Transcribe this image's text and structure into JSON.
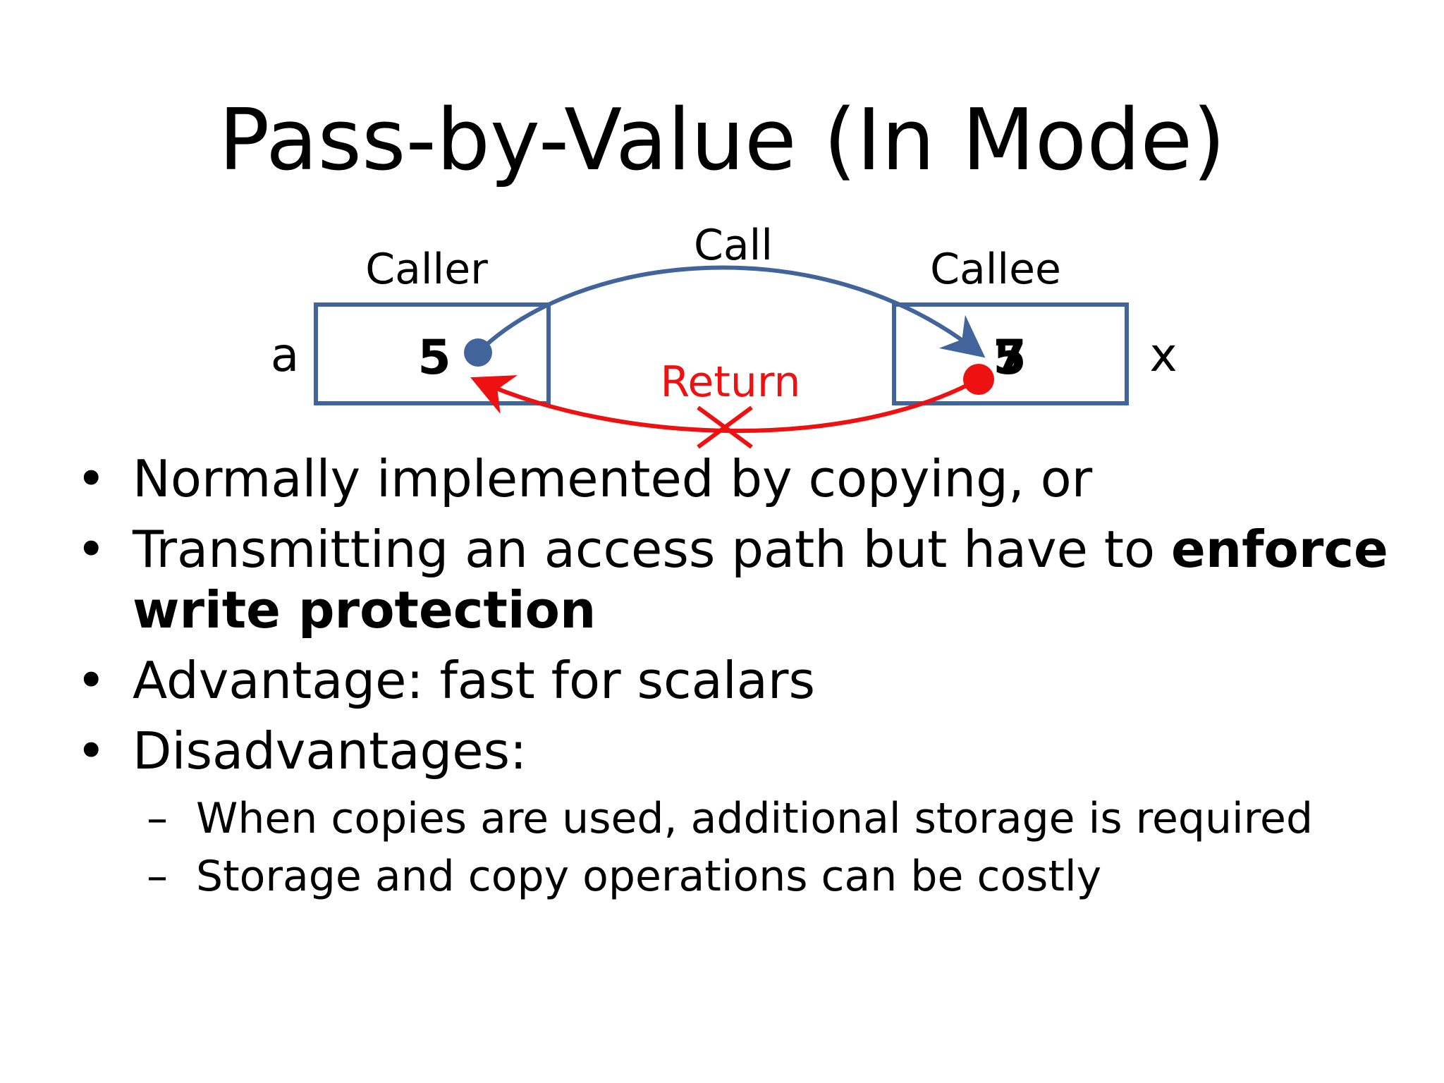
{
  "title": "Pass-by-Value (In Mode)",
  "diagram": {
    "caller_label": "Caller",
    "callee_label": "Callee",
    "call_label": "Call",
    "return_label": "Return",
    "caller_var": "a",
    "callee_var": "x",
    "caller_value": "5",
    "callee_value_old": "5",
    "callee_value_new": "7",
    "colors": {
      "box": "#41659A",
      "call_arrow": "#41659A",
      "return_arrow": "#EE1111"
    }
  },
  "bullets": [
    {
      "text": "Normally implemented by copying, or"
    },
    {
      "text": "Transmitting an access path but have to ",
      "bold": "enforce write protection"
    },
    {
      "text": "Advantage: fast for scalars"
    },
    {
      "text": "Disadvantages:"
    }
  ],
  "sub_bullets": [
    "When copies are used, additional storage is required",
    "Storage and copy operations can be costly"
  ],
  "bullet_symbol": "•",
  "sub_bullet_symbol": "–"
}
